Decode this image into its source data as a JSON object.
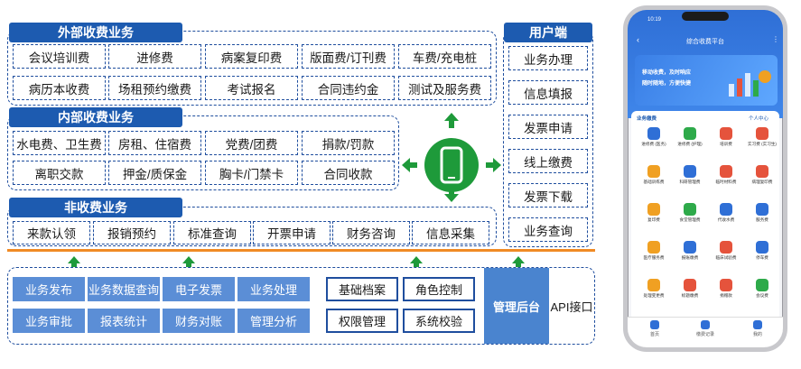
{
  "external": {
    "title": "外部收费业务",
    "row1": [
      "会议培训费",
      "进修费",
      "病案复印费",
      "版面费/订刊费",
      "车费/充电桩"
    ],
    "row2": [
      "病历本收费",
      "场租预约缴费",
      "考试报名",
      "合同违约金",
      "测试及服务费"
    ]
  },
  "internal": {
    "title": "内部收费业务",
    "row1": [
      "水电费、卫生费",
      "房租、住宿费",
      "党费/团费",
      "捐款/罚款"
    ],
    "row2": [
      "离职交款",
      "押金/质保金",
      "胸卡/门禁卡",
      "合同收款"
    ]
  },
  "nonfee": {
    "title": "非收费业务",
    "items": [
      "来款认领",
      "报销预约",
      "标准查询",
      "开票申请",
      "财务咨询",
      "信息采集"
    ]
  },
  "user_side": {
    "title": "用户端",
    "items": [
      "业务办理",
      "信息填报",
      "发票申请",
      "线上缴费",
      "发票下载",
      "业务查询"
    ]
  },
  "backend": {
    "blue_row1": [
      "业务发布",
      "业务数据查询",
      "电子发票",
      "业务处理"
    ],
    "blue_row2": [
      "业务审批",
      "报表统计",
      "财务对账",
      "管理分析"
    ],
    "outline_row1": [
      "基础档案",
      "角色控制"
    ],
    "outline_row2": [
      "权限管理",
      "系统校验"
    ],
    "mgmt_label": "管理后台",
    "api_label": "API接口"
  },
  "colors": {
    "title_bg": "#1d5bb0",
    "border": "#1f4e9e",
    "blue_cell": "#5b8ed6",
    "green": "#1e9a3a",
    "orange": "#f08a24",
    "mgmt_bg": "#4a84cf"
  },
  "phone": {
    "time": "10:19",
    "header_title": "综合收费平台",
    "banner_line1": "移动收费，及时响应",
    "banner_line2": "随时随地，方便快捷",
    "section_label": "业务缴费",
    "personal_center": "个人中心",
    "grid": [
      {
        "label": "进修费 (医务)",
        "color": "#2f6fd6"
      },
      {
        "label": "进修费 (护理)",
        "color": "#2eaa4a"
      },
      {
        "label": "培训费",
        "color": "#e5533c"
      },
      {
        "label": "实习费 (实习生)",
        "color": "#e5533c"
      },
      {
        "label": "基础训练费",
        "color": "#f0a022"
      },
      {
        "label": "科研管理费",
        "color": "#2f6fd6"
      },
      {
        "label": "临时材料费",
        "color": "#e5533c"
      },
      {
        "label": "病理复印费",
        "color": "#e5533c"
      },
      {
        "label": "复印费",
        "color": "#f0a022"
      },
      {
        "label": "食堂管理费",
        "color": "#2eaa4a"
      },
      {
        "label": "代收水费",
        "color": "#2f6fd6"
      },
      {
        "label": "服务费",
        "color": "#2f6fd6"
      },
      {
        "label": "医疗服务费",
        "color": "#f0a022"
      },
      {
        "label": "报账缴费",
        "color": "#2f6fd6"
      },
      {
        "label": "临床试验费",
        "color": "#e5533c"
      },
      {
        "label": "停车费",
        "color": "#2f6fd6"
      },
      {
        "label": "处理变更费",
        "color": "#f0a022"
      },
      {
        "label": "标题缴费",
        "color": "#e5533c"
      },
      {
        "label": "捐赠款",
        "color": "#e5533c"
      },
      {
        "label": "会议费",
        "color": "#2eaa4a"
      }
    ],
    "tabs": [
      "首页",
      "缴费记录",
      "我的"
    ]
  }
}
